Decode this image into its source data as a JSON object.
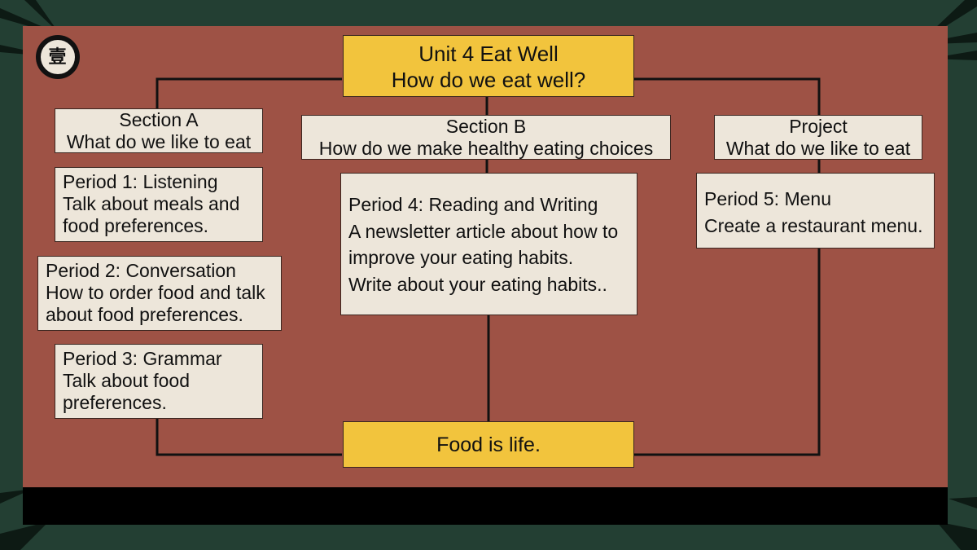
{
  "badge": {
    "glyph": "壹"
  },
  "unit": {
    "line1": "Unit 4 Eat Well",
    "line2": "How do we eat well?"
  },
  "section_a": {
    "header": {
      "line1": "Section A",
      "line2": "What do we like to eat"
    },
    "periods": [
      {
        "lines": [
          "Period 1: Listening",
          "Talk about meals and",
          "food preferences."
        ]
      },
      {
        "lines": [
          "Period 2: Conversation",
          "How to order food and talk",
          "about food preferences."
        ]
      },
      {
        "lines": [
          "Period 3: Grammar",
          "Talk about food",
          "preferences."
        ]
      }
    ]
  },
  "section_b": {
    "header": {
      "line1": "Section B",
      "line2": "How do we make healthy eating choices"
    },
    "periods": [
      {
        "lines": [
          "Period 4: Reading and Writing",
          "A newsletter article about how to",
          "improve your eating habits.",
          "Write about your eating habits.."
        ]
      }
    ]
  },
  "project": {
    "header": {
      "line1": "Project",
      "line2": "What do we like to eat"
    },
    "periods": [
      {
        "lines": [
          "Period 5: Menu",
          "Create a restaurant menu."
        ]
      }
    ]
  },
  "footer": {
    "text": "Food is life."
  },
  "colors": {
    "background": "#233f33",
    "panel": "#9e5245",
    "box": "#ede6da",
    "highlight": "#f2c43d",
    "line": "#111111"
  }
}
